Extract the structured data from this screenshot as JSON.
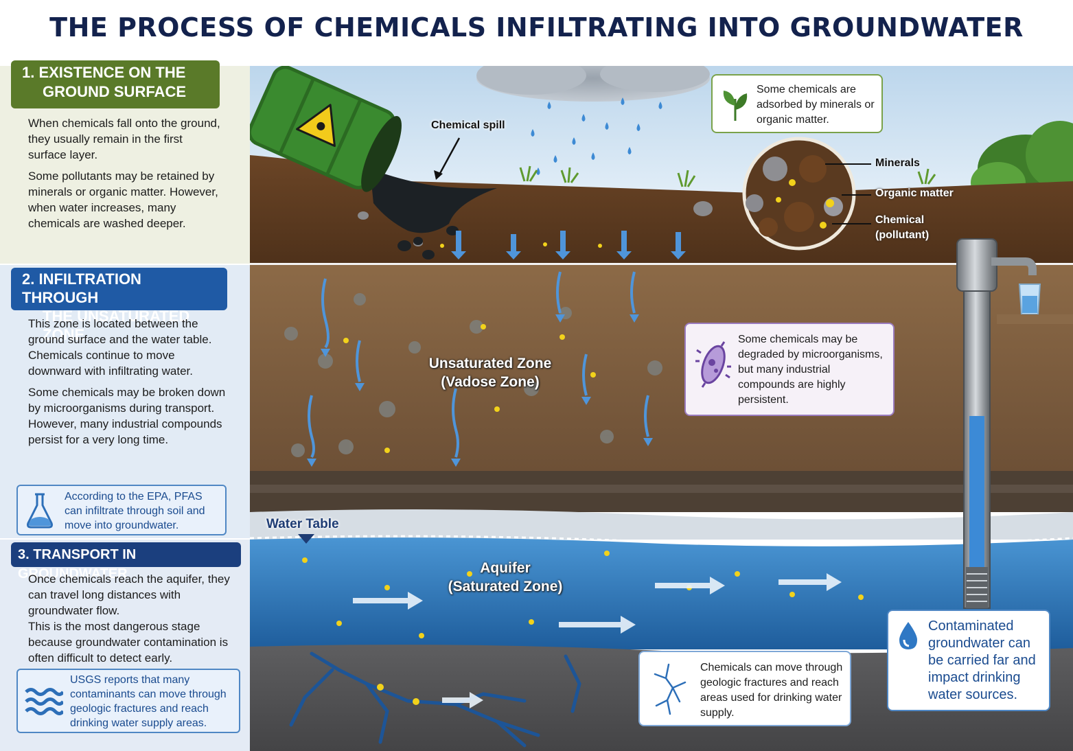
{
  "title": "THE PROCESS OF CHEMICALS INFILTRATING INTO GROUNDWATER",
  "section1": {
    "heading_line1": "1.  EXISTENCE ON THE",
    "heading_line2": "GROUND SURFACE",
    "para1": "When chemicals fall onto the ground, they usually remain in the first surface layer.",
    "para2": "Some pollutants may be retained by minerals or organic matter. However, when water increases, many chemicals are washed deeper."
  },
  "section2": {
    "heading_line1": "2.  INFILTRATION THROUGH",
    "heading_line2": "THE UNSATURATED ZONE",
    "para1": "This zone is located between the ground surface and the water table. Chemicals continue to move downward with infiltrating water.",
    "para2": "Some chemicals may be broken down by microorganisms during transport. However, many industrial compounds persist for a very long time.",
    "note": "According to the EPA, PFAS can infiltrate through soil and move into groundwater.",
    "note_icon": "flask-icon"
  },
  "section3": {
    "heading": "3. TRANSPORT IN GROUNDWATER",
    "para1": "Once chemicals reach the aquifer, they can travel long distances with groundwater flow.",
    "para2": "This is the most dangerous stage because groundwater contamination is often difficult to detect early.",
    "note": "USGS reports that many contaminants can move through geologic fractures and reach drinking water supply areas.",
    "note_icon": "waves-icon"
  },
  "scene": {
    "chemical_spill": "Chemical spill",
    "adsorbed_note": "Some chemicals are adsorbed by minerals or organic matter.",
    "legend_minerals": "Minerals",
    "legend_organic": "Organic matter",
    "legend_chemical_1": "Chemical",
    "legend_chemical_2": "(pollutant)",
    "unsaturated_1": "Unsaturated Zone",
    "unsaturated_2": "(Vadose Zone)",
    "microbe_note": "Some chemicals may be degraded by microorganisms, but many industrial compounds are highly persistent.",
    "water_table": "Water Table",
    "aquifer_1": "Aquifer",
    "aquifer_2": "(Saturated Zone)",
    "fracture_note": "Chemicals can move through geologic fractures and reach areas used for drinking water supply.",
    "contaminated_note": "Contaminated groundwater can be carried far and impact drinking water sources."
  },
  "colors": {
    "title": "#13224d",
    "section1": "#5a7a29",
    "section2": "#1f5aa5",
    "section3": "#1b3f7e",
    "pollutant": "#f2d21b",
    "water": "#2f78c4"
  }
}
